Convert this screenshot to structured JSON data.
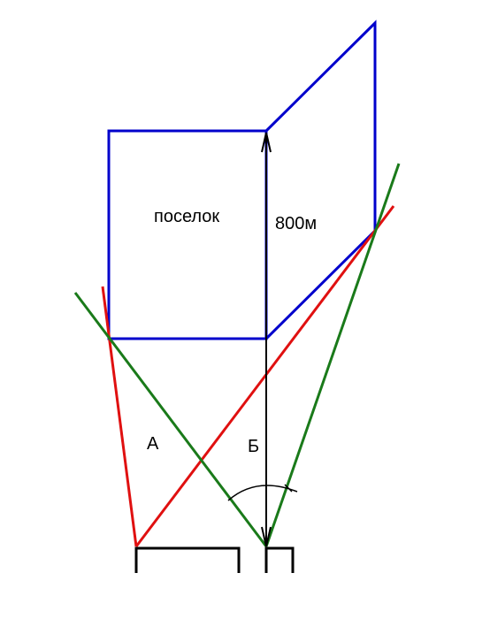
{
  "labels": {
    "village": "поселок",
    "distance": "800м",
    "point_a": "А",
    "point_b": "Б"
  },
  "colors": {
    "outline": "#0000cc",
    "red_lines": "#e01010",
    "green_lines": "#1a7a1a",
    "black_lines": "#000000",
    "background": "#ffffff"
  }
}
